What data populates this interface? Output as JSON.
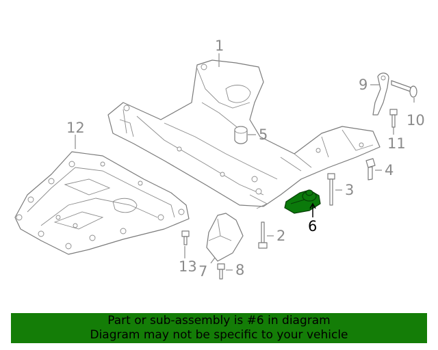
{
  "callouts": {
    "c1": "1",
    "c2": "2",
    "c3": "3",
    "c4": "4",
    "c5": "5",
    "c6": "6",
    "c7": "7",
    "c8": "8",
    "c9": "9",
    "c10": "10",
    "c11": "11",
    "c12": "12",
    "c13": "13"
  },
  "highlighted_part": "6",
  "colors": {
    "highlight": "#0b7a0b",
    "banner": "#147d07",
    "line_art": "#7a7a7a"
  },
  "banner": {
    "line1": "Part or sub-assembly is #6 in diagram",
    "line2": "Diagram may not be specific to your vehicle"
  }
}
